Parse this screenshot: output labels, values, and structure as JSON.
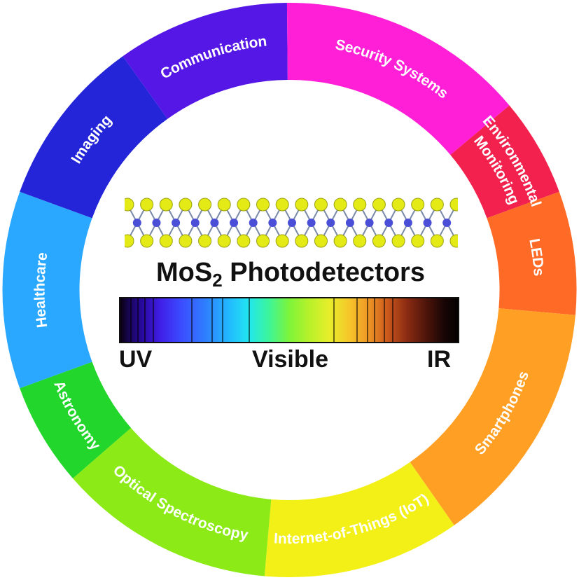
{
  "title": {
    "prefix": "MoS",
    "subscript": "2",
    "suffix": " Photodetectors"
  },
  "spectrum_labels": {
    "left": "UV",
    "middle": "Visible",
    "right": "IR"
  },
  "segments": [
    {
      "label": "Communication",
      "color": "#5517e6"
    },
    {
      "label": "Security Systems",
      "color": "#ff1fd6"
    },
    {
      "label": "Environmental",
      "label2": "Monitoring",
      "color": "#f2214e"
    },
    {
      "label": "LEDs",
      "color": "#ff6a26"
    },
    {
      "label": "Smartphones",
      "color": "#ff9f23"
    },
    {
      "label": "Internet-of-Things (IoT)",
      "color": "#f2f016"
    },
    {
      "label": "Optical Spectroscopy",
      "color": "#8cea16"
    },
    {
      "label": "Astronomy",
      "color": "#22d62c"
    },
    {
      "label": "Healthcare",
      "color": "#2aa8ff"
    },
    {
      "label": "Imaging",
      "color": "#2424d8"
    }
  ],
  "colors": {
    "atom_s": "#e3ea16",
    "atom_mo": "#4b4fd8",
    "bond": "#7a8aa8"
  }
}
